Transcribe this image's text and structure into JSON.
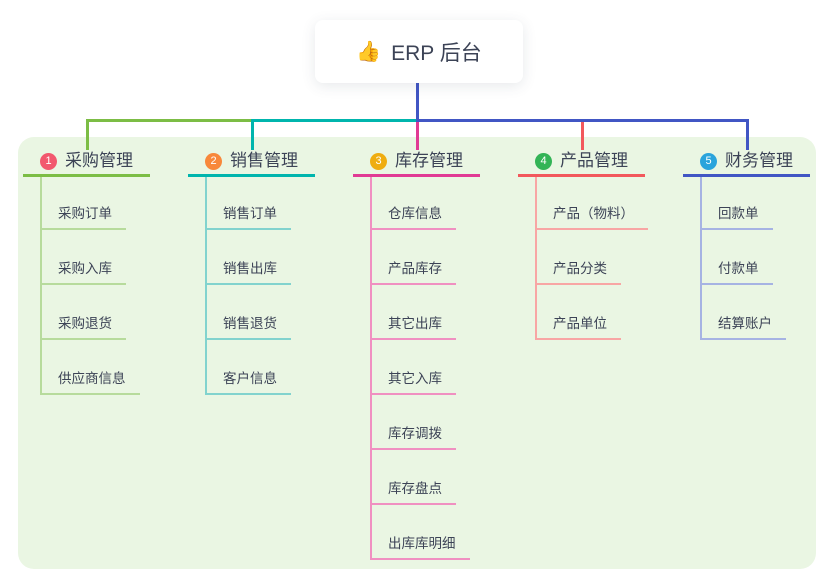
{
  "root": {
    "icon": "👍",
    "label": "ERP 后台"
  },
  "branches": [
    {
      "badge": "1",
      "label": "采购管理",
      "badge_color": "#f2586e",
      "line_color": "#7cbd45",
      "child_line_color": "#b7db9c",
      "children": [
        "采购订单",
        "采购入库",
        "采购退货",
        "供应商信息"
      ]
    },
    {
      "badge": "2",
      "label": "销售管理",
      "badge_color": "#f8883b",
      "line_color": "#00b5ad",
      "child_line_color": "#82d3ce",
      "children": [
        "销售订单",
        "销售出库",
        "销售退货",
        "客户信息"
      ]
    },
    {
      "badge": "3",
      "label": "库存管理",
      "badge_color": "#efad10",
      "line_color": "#e13a94",
      "child_line_color": "#f090c1",
      "children": [
        "仓库信息",
        "产品库存",
        "其它出库",
        "其它入库",
        "库存调拨",
        "库存盘点",
        "出库库明细"
      ]
    },
    {
      "badge": "4",
      "label": "产品管理",
      "badge_color": "#33b456",
      "line_color": "#f2585c",
      "child_line_color": "#f8a6a4",
      "children": [
        "产品（物料）",
        "产品分类",
        "产品单位"
      ]
    },
    {
      "badge": "5",
      "label": "财务管理",
      "badge_color": "#2aa4dc",
      "line_color": "#4156c4",
      "child_line_color": "#a6b3e3",
      "children": [
        "回款单",
        "付款单",
        "结算账户"
      ]
    }
  ],
  "colors": {
    "panel_bg": "#eaf6e3",
    "root_line": "#4156c4",
    "text": "#3c4356"
  }
}
